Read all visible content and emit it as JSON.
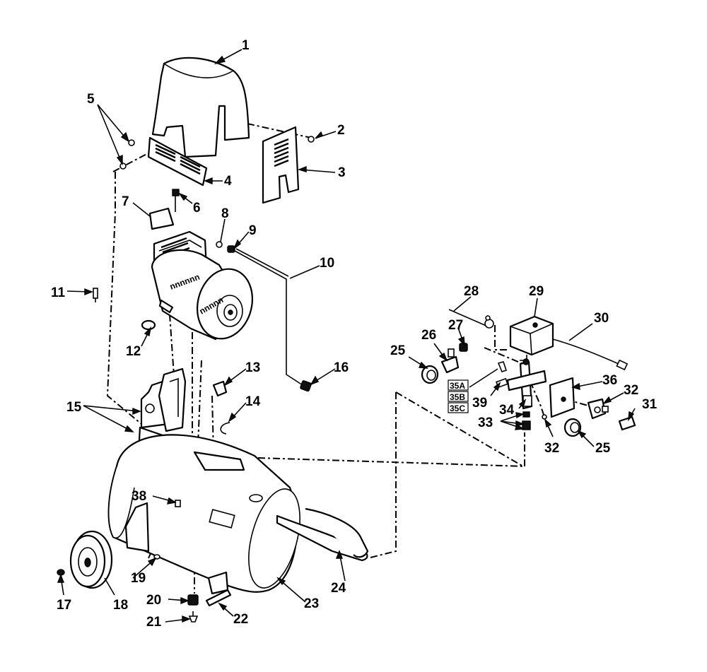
{
  "diagram": {
    "callouts": {
      "c1": "1",
      "c2": "2",
      "c3": "3",
      "c4": "4",
      "c5": "5",
      "c6": "6",
      "c7": "7",
      "c8": "8",
      "c9": "9",
      "c10": "10",
      "c11": "11",
      "c12": "12",
      "c13": "13",
      "c14": "14",
      "c15": "15",
      "c16": "16",
      "c17": "17",
      "c18": "18",
      "c19": "19",
      "c20": "20",
      "c21": "21",
      "c22": "22",
      "c23": "23",
      "c24": "24",
      "c25a": "25",
      "c25b": "25",
      "c26": "26",
      "c27": "27",
      "c28": "28",
      "c29": "29",
      "c30": "30",
      "c31": "31",
      "c32a": "32",
      "c32b": "32",
      "c33": "33",
      "c34": "34",
      "c36": "36",
      "c38": "38",
      "c39": "39"
    },
    "variants": [
      "35A",
      "35B",
      "35C"
    ]
  }
}
